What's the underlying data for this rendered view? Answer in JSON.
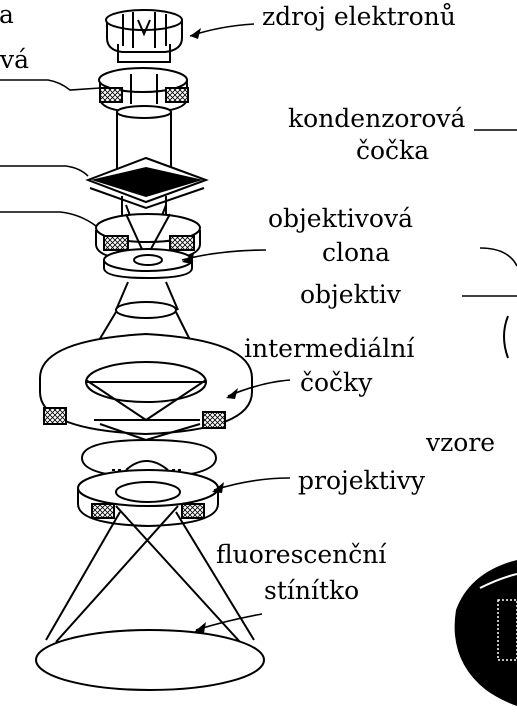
{
  "labels": {
    "top_left_a": "a",
    "top_left_va": "vá",
    "zdroj": "zdroj elektronů",
    "kondenzorova_1": "kondenzorová",
    "kondenzorova_2": "čočka",
    "objektivova_1": "objektivová",
    "objektivova_2": "clona",
    "objektiv": "objektiv",
    "intermedialni_1": "intermediální",
    "intermedialni_2": "čočky",
    "vzorek": "vzore",
    "projektivy": "projektivy",
    "fluorescencni_1": "fluorescenční",
    "fluorescencni_2": "stínítko"
  }
}
